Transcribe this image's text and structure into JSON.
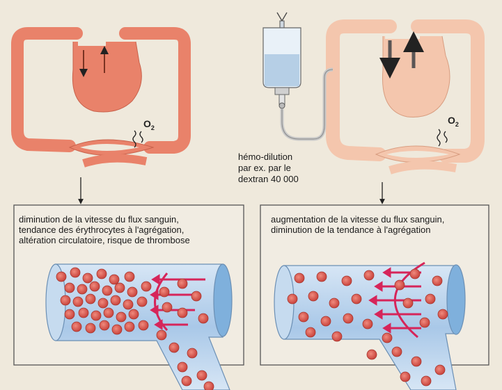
{
  "colors": {
    "background": "#efe9dc",
    "heart_left": "#e9826a",
    "heart_right": "#f4c6ad",
    "vessel_fill": "#bcd3ec",
    "vessel_inner": "#6fa5d8",
    "erythrocyte": "#d8574d",
    "flow_arrow": "#d6255a",
    "panel_border": "#555555"
  },
  "left": {
    "o2_label": "O",
    "o2_subscript": "2",
    "caption_lines": [
      "diminution de la vitesse du flux sanguin,",
      "tendance des érythrocytes à l'agrégation,",
      "altération circulatoire, risque de thrombose"
    ]
  },
  "right": {
    "o2_label": "O",
    "o2_subscript": "2",
    "caption_lines": [
      "augmentation de la vitesse du flux sanguin,",
      "diminution de la tendance à l'agrégation"
    ]
  },
  "infusion": {
    "label_lines": [
      "hémo-dilution",
      "par ex. par le",
      "dextran 40 000"
    ]
  }
}
